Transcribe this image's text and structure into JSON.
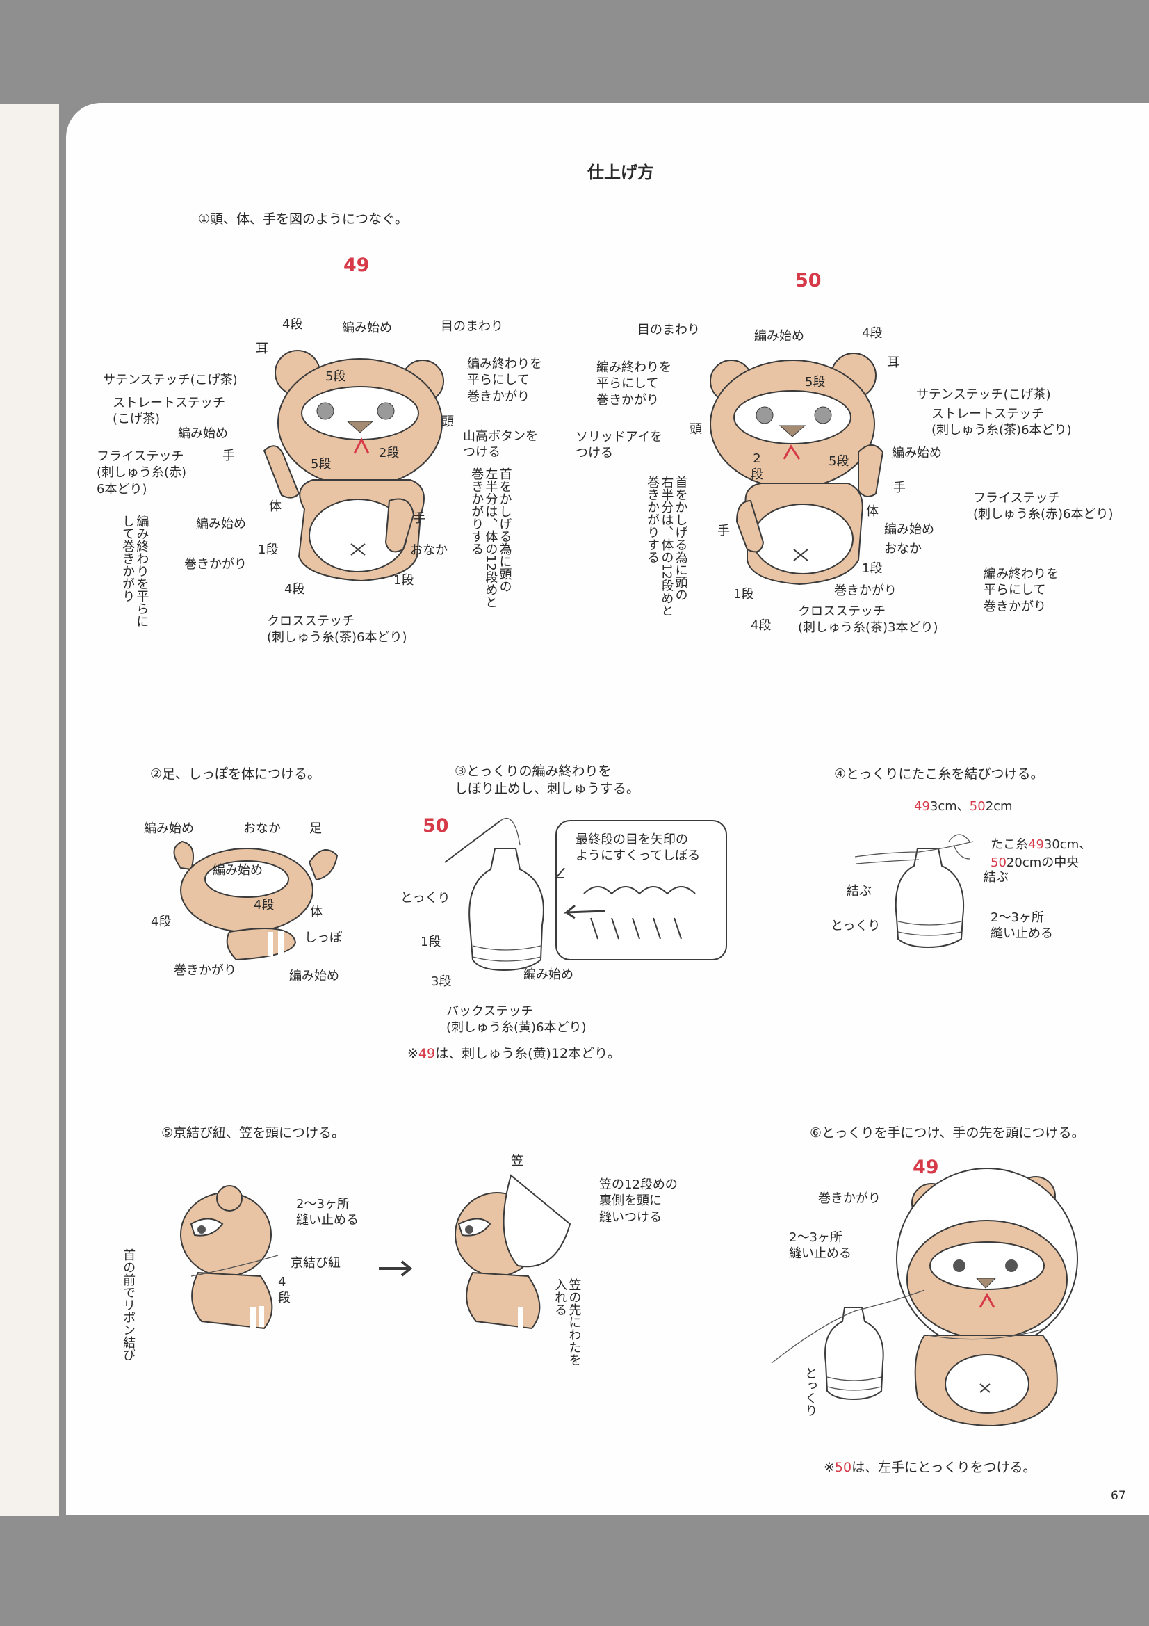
{
  "title": "仕上げ方",
  "step1": {
    "caption": "①頭、体、手を図のようにつなぐ。",
    "fig49": {
      "num": "49",
      "labels": {
        "dan4": "4段",
        "amihajime1": "編み始め",
        "menomawari": "目のまわり",
        "mimi": "耳",
        "dan5a": "5段",
        "amiowari": "編み終わりを\n平らにして\n巻きかがり",
        "saten": "サテンステッチ(こげ茶)",
        "straight": "ストレートステッチ\n(こげ茶)",
        "atama": "頭",
        "amihajime2": "編み始め",
        "button": "山高ボタンを\nつける",
        "te1": "手",
        "dan2": "2段",
        "fly": "フライステッチ\n(刺しゅう糸(赤)\n6本どり)",
        "dan5b": "5段",
        "karada": "体",
        "te2": "手",
        "amihajime3": "編み始め",
        "dan1a": "1段",
        "onaka": "おなか",
        "makikagari": "巻きかがり",
        "dan1b": "1段",
        "dan4b": "4段",
        "cross": "クロスステッチ\n(刺しゅう糸(茶)6本どり)",
        "vertical_left": "編み終わりを平らに\nして巻きかがり",
        "vertical_right": "首をかしげる為に頭の\n左半分は、体の12段めと\n巻きかがりする"
      }
    },
    "fig50": {
      "num": "50",
      "labels": {
        "menomawari": "目のまわり",
        "amihajime1": "編み始め",
        "dan4": "4段",
        "mimi": "耳",
        "amiowari": "編み終わりを\n平らにして\n巻きかがり",
        "dan5a": "5段",
        "saten": "サテンステッチ(こげ茶)",
        "straight": "ストレートステッチ\n(刺しゅう糸(茶)6本どり)",
        "solid": "ソリッドアイを\nつける",
        "atama": "頭",
        "amihajime2": "編み始め",
        "dan2": "2\n段",
        "dan5b": "5段",
        "te1": "手",
        "fly": "フライステッチ\n(刺しゅう糸(赤)6本どり)",
        "karada": "体",
        "te2": "手",
        "amihajime3": "編み始め",
        "onaka": "おなか",
        "dan1a": "1段",
        "amiowari2": "編み終わりを\n平らにして\n巻きかがり",
        "dan1b": "1段",
        "makikagari": "巻きかがり",
        "dan4b": "4段",
        "cross": "クロスステッチ\n(刺しゅう糸(茶)3本どり)",
        "vertical": "首をかしげる為に頭の\n右半分は、体の12段めと\n巻きかがりする"
      }
    }
  },
  "step2": {
    "caption": "②足、しっぽを体につける。",
    "labels": {
      "amihajime1": "編み始め",
      "onaka": "おなか",
      "ashi": "足",
      "amihajime2": "編み始め",
      "dan4a": "4段",
      "dan4b": "4段",
      "karada": "体",
      "shippo": "しっぽ",
      "makikagari": "巻きかがり",
      "amihajime3": "編み始め"
    }
  },
  "step3": {
    "caption": "③とっくりの編み終わりを\nしぼり止めし、刺しゅうする。",
    "num": "50",
    "bubble": "最終段の目を矢印の\nようにすくってしぼる",
    "labels": {
      "tokkuri": "とっくり",
      "dan1": "1段",
      "dan3": "3段",
      "amihajime": "編み始め",
      "back": "バックステッチ\n(刺しゅう糸(黄)6本どり)"
    },
    "note_mark": "※",
    "note_num": "49",
    "note_text": "は、刺しゅう糸(黄)12本どり。"
  },
  "step4": {
    "caption": "④とっくりにたこ糸を結びつける。",
    "len49_num": "49",
    "len49": "3cm、",
    "len50_num": "50",
    "len50": "2cm",
    "tako_a": "たこ糸",
    "tako_49": "49",
    "tako_b": "30cm、",
    "tako_50": "50",
    "tako_c": "20cmの中央",
    "labels": {
      "musubu1": "結ぶ",
      "musubu2": "結ぶ",
      "tokkuri": "とっくり",
      "tome": "2〜3ヶ所\n縫い止める"
    }
  },
  "step5": {
    "caption": "⑤京結び紐、笠を頭につける。",
    "labels": {
      "tome": "2〜3ヶ所\n縫い止める",
      "himo": "京結び紐",
      "dan4": "4\n段",
      "ribbon": "首の前でリボン結び",
      "kasa": "笠",
      "kasa12": "笠の12段めの\n裏側を頭に\n縫いつける",
      "wata": "笠の先にわたを\n入れる"
    }
  },
  "step6": {
    "caption": "⑥とっくりを手につけ、手の先を頭につける。",
    "num": "49",
    "labels": {
      "makikagari": "巻きかがり",
      "tome": "2〜3ヶ所\n縫い止める",
      "tokkuri": "とっくり"
    },
    "note_mark": "※",
    "note_num": "50",
    "note_text": "は、左手にとっくりをつける。"
  },
  "page_number": "67",
  "colors": {
    "accent": "#d63a48",
    "bear": "#e8c4a4",
    "ink": "#3b3b3b"
  }
}
